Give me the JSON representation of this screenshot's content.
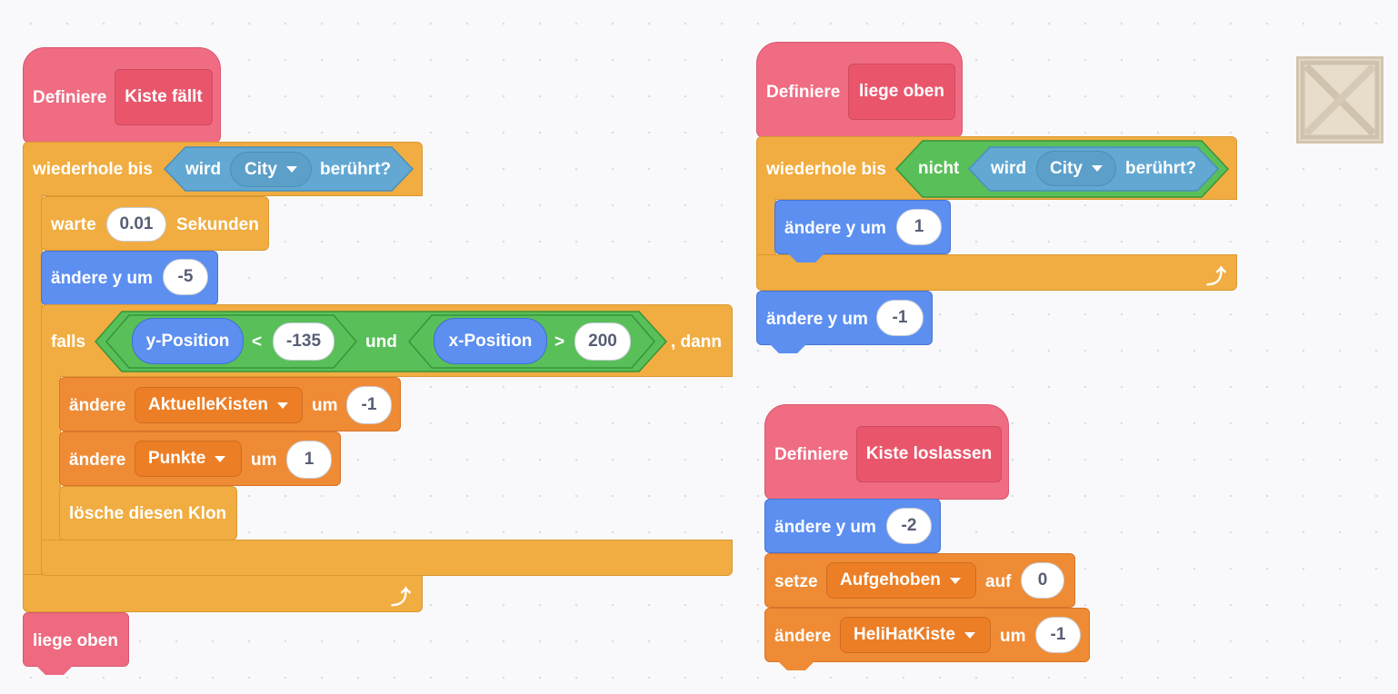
{
  "script1": {
    "define_label": "Definiere",
    "proc_name": "Kiste fällt",
    "repeat_label": "wiederhole bis",
    "touching_prefix": "wird",
    "touching_target": "City",
    "touching_suffix": "berührt?",
    "wait_label": "warte",
    "wait_value": "0.01",
    "wait_unit": "Sekunden",
    "change_y_label": "ändere y um",
    "change_y_value": "-5",
    "if_label": "falls",
    "ypos": "y-Position",
    "lt": "<",
    "lt_value": "-135",
    "and_label": "und",
    "xpos": "x-Position",
    "gt": ">",
    "gt_value": "200",
    "then_label": ", dann",
    "change_label": "ändere",
    "var1": "AktuelleKisten",
    "by_label": "um",
    "var1_value": "-1",
    "var2": "Punkte",
    "var2_value": "1",
    "delete_clone": "lösche diesen Klon",
    "call_label": "liege oben"
  },
  "script2": {
    "define_label": "Definiere",
    "proc_name": "liege oben",
    "repeat_label": "wiederhole bis",
    "not_label": "nicht",
    "touching_prefix": "wird",
    "touching_target": "City",
    "touching_suffix": "berührt?",
    "change_y_label": "ändere y um",
    "change_y_value": "1",
    "change_y2_value": "-1"
  },
  "script3": {
    "define_label": "Definiere",
    "proc_name": "Kiste loslassen",
    "change_y_label": "ändere y um",
    "change_y_value": "-2",
    "set_label": "setze",
    "set_var": "Aufgehoben",
    "to_label": "auf",
    "set_value": "0",
    "change_label": "ändere",
    "change_var": "HeliHatKiste",
    "by_label": "um",
    "change_value": "-1"
  },
  "icons": {
    "loop_arrow": "loop-arrow-icon",
    "dropdown": "dropdown-caret-icon",
    "sprite": "crate-sprite"
  },
  "colors": {
    "control": "#f1ad41",
    "my_blocks": "#ed6a80",
    "motion": "#5c8ff0",
    "variables": "#ef8b35",
    "operators": "#59c059",
    "sensing": "#63a8d3"
  }
}
